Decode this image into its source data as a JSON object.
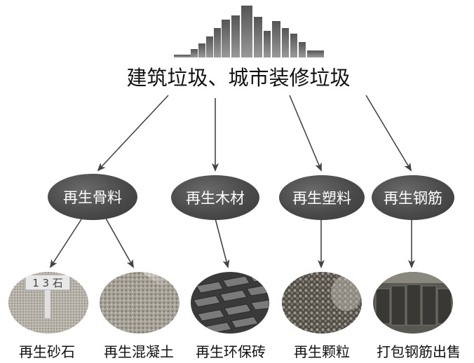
{
  "source": {
    "title": "建筑垃圾、城市装修垃圾"
  },
  "nodes": [
    {
      "label": "再生骨料"
    },
    {
      "label": "再生木材"
    },
    {
      "label": "再生塑料"
    },
    {
      "label": "再生钢筋"
    }
  ],
  "products": [
    {
      "caption": "再生砂石",
      "sign_text": "1 3 石"
    },
    {
      "caption": "再生混凝土"
    },
    {
      "caption": "再生环保砖"
    },
    {
      "caption": "再生颗粒"
    },
    {
      "caption": "打包钢筋出售"
    }
  ],
  "colors": {
    "node_fill": "#4a4a4a",
    "arrow": "#444444",
    "text": "#111111"
  }
}
